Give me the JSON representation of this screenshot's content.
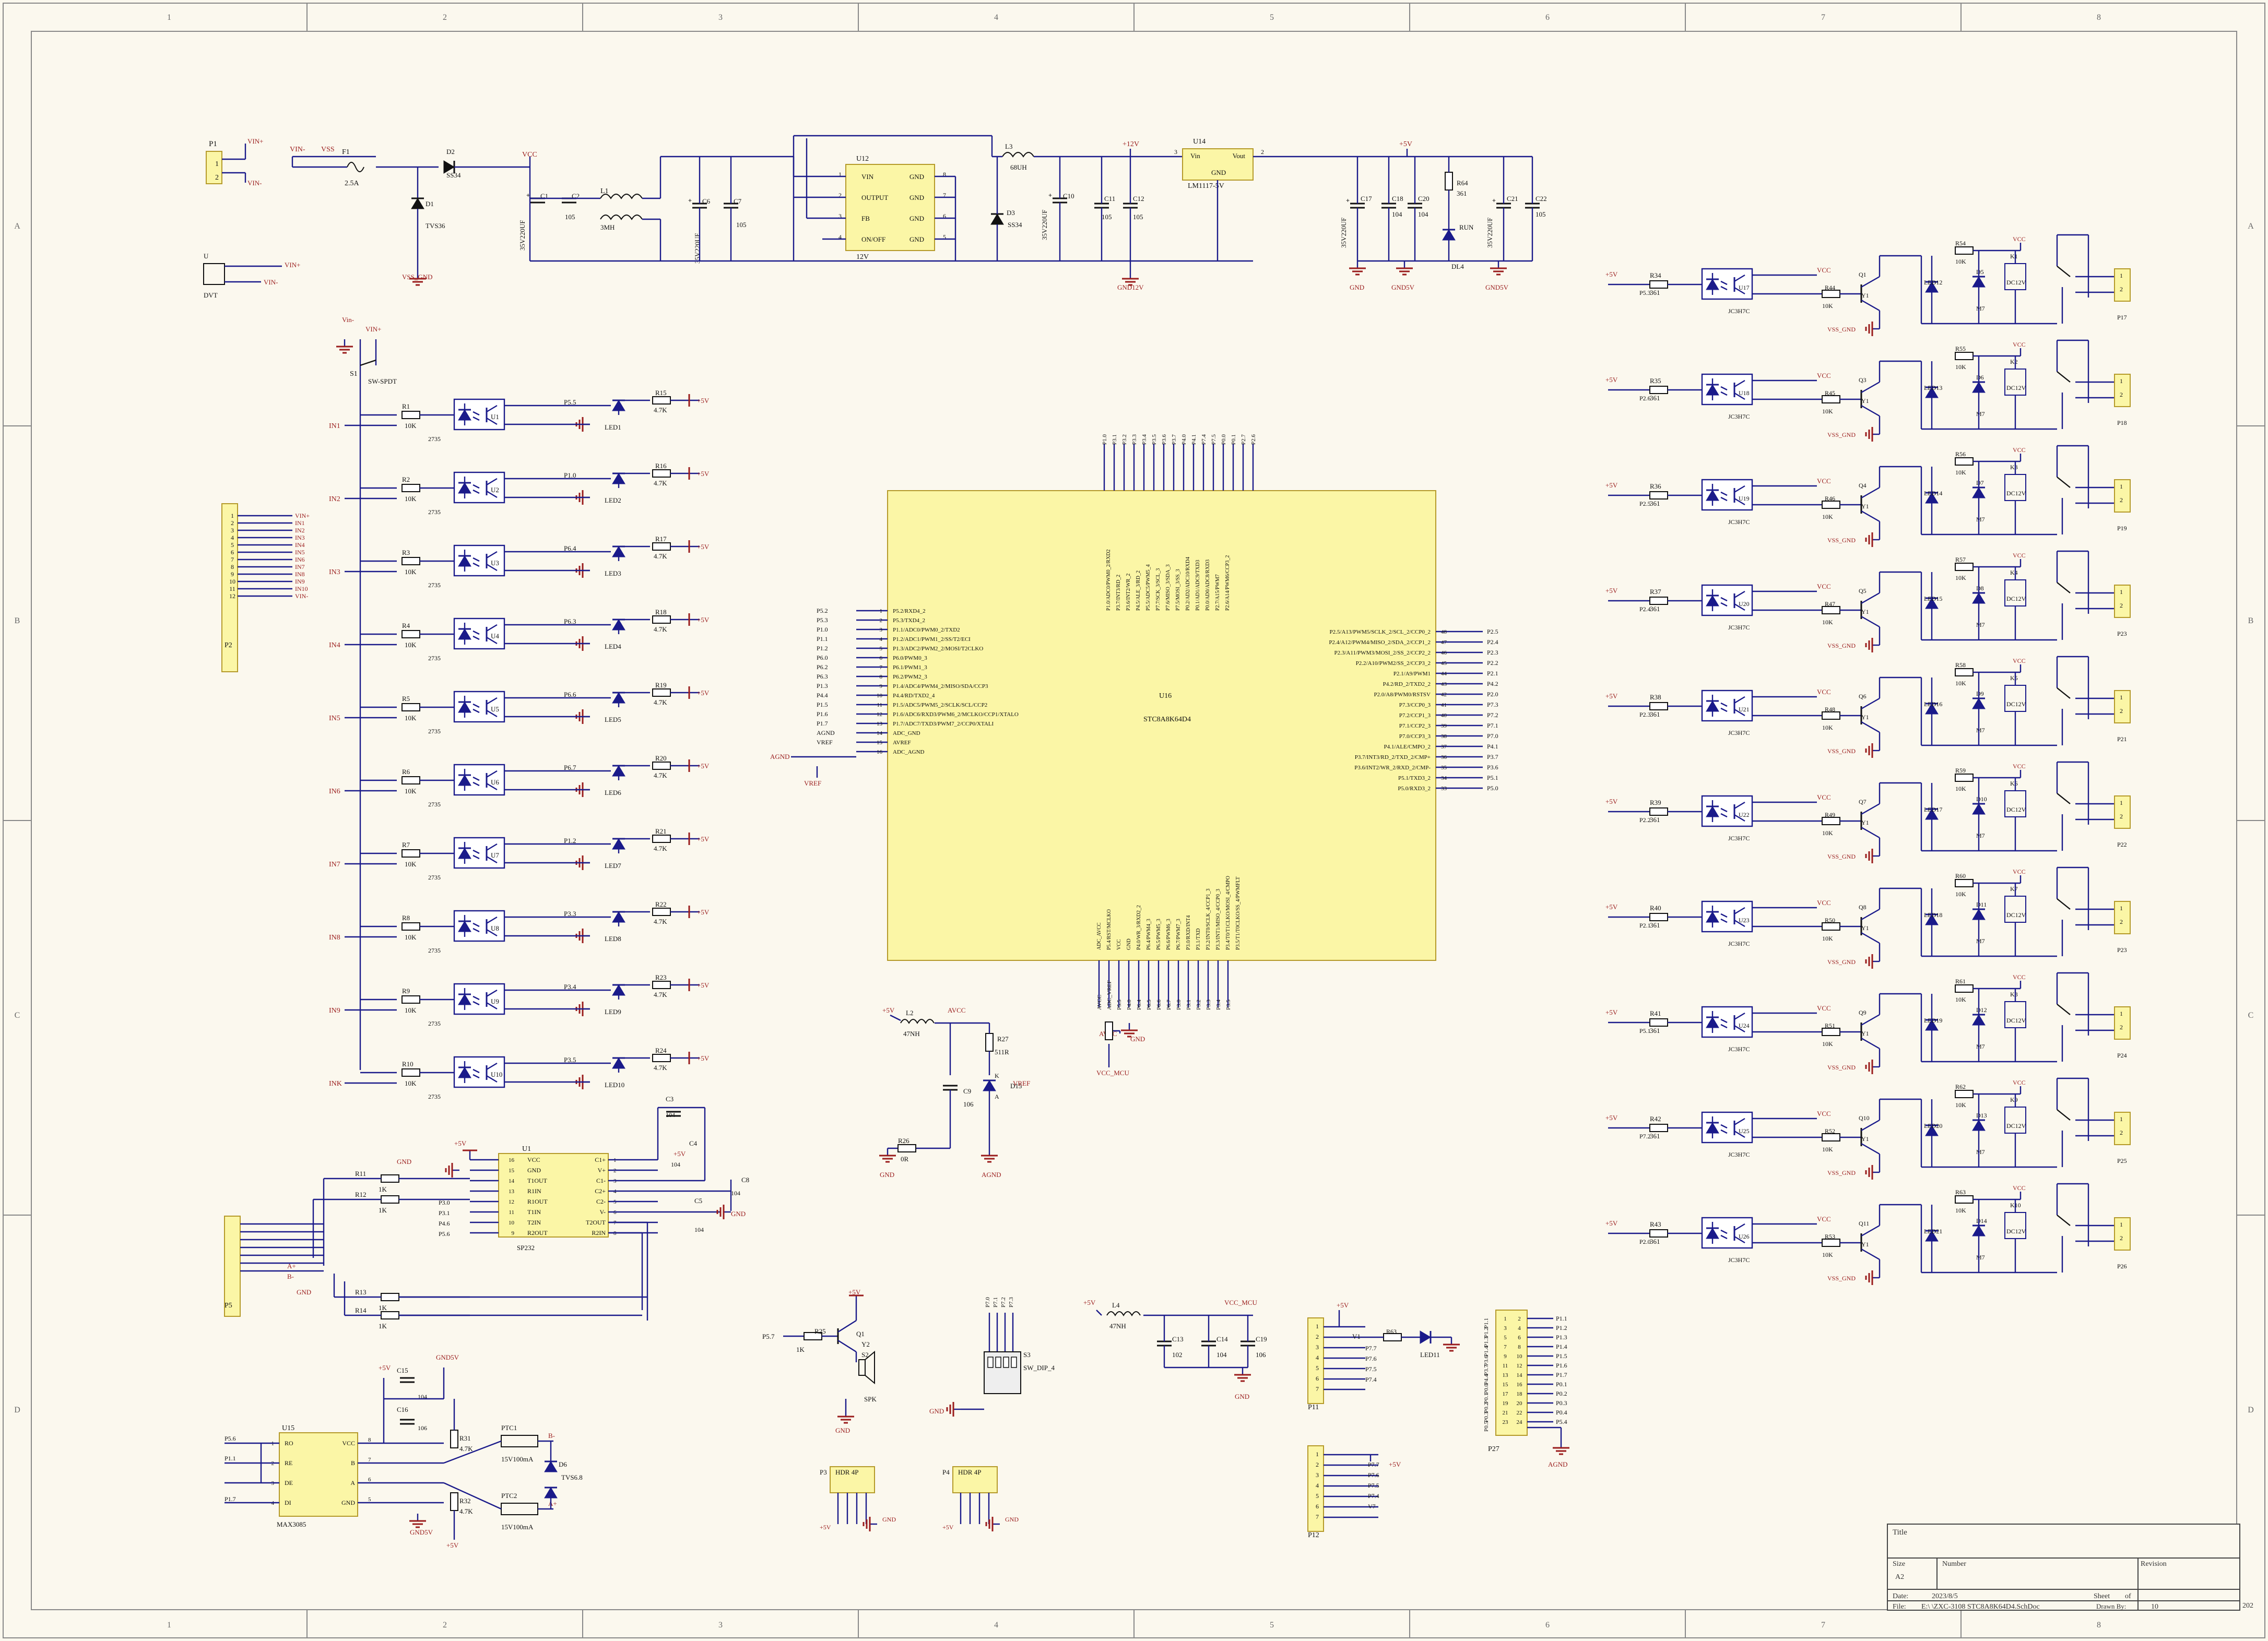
{
  "border": {
    "columns": [
      "1",
      "2",
      "3",
      "4",
      "5",
      "6",
      "7",
      "8"
    ],
    "rows": [
      "A",
      "B",
      "C",
      "D"
    ]
  },
  "power": {
    "p1": {
      "ref": "P1",
      "pins": [
        "1",
        "2"
      ],
      "nets": [
        "VIN+",
        "VIN-"
      ]
    },
    "input_labels": [
      "VIN-",
      "VSS",
      "F1",
      "2.5A"
    ],
    "diodes": {
      "d2": "D2",
      "d2_val": "SS34",
      "d1": "D1",
      "d1_val": "TVS36"
    },
    "vss_gnd": "VSS_GND",
    "vcc": "VCC",
    "c1": {
      "ref": "C1",
      "val": "35V220UF"
    },
    "c2": {
      "ref": "C2",
      "val": "105"
    },
    "l1": {
      "ref": "L1",
      "val": "3MH"
    },
    "c6": {
      "ref": "C6",
      "val": "35V220UF"
    },
    "c7": {
      "ref": "C7",
      "val": "105"
    },
    "u12": {
      "ref": "U12",
      "pins_left": [
        "VIN",
        "OUTPUT",
        "FB",
        "ON/OFF"
      ],
      "pins_right": [
        "GND",
        "GND",
        "GND",
        "GND"
      ],
      "nums_left": [
        "1",
        "2",
        "3",
        "4"
      ],
      "nums_right": [
        "8",
        "7",
        "6",
        "5"
      ],
      "net": "12V"
    },
    "l3": {
      "ref": "L3",
      "val": "68UH"
    },
    "d3": {
      "ref": "D3",
      "val": "SS34"
    },
    "c10": {
      "ref": "C10",
      "val": "35V220UF"
    },
    "p12v": "+12V",
    "c11": {
      "ref": "C11",
      "val": "105"
    },
    "c12": {
      "ref": "C12",
      "val": "105"
    },
    "gnd12v": "GND12V",
    "u14": {
      "ref": "U14",
      "vin": "Vin",
      "vout": "Vout",
      "gnd": "GND",
      "val": "LM1117-5V",
      "pin3": "3",
      "pin2": "2",
      "pin1": "1"
    },
    "p5v": "+5V",
    "c17": {
      "ref": "C17",
      "val": "35V220UF"
    },
    "c18": {
      "ref": "C18",
      "val": "104"
    },
    "c20": {
      "ref": "C20",
      "val": "104"
    },
    "r64": {
      "ref": "R64",
      "val": "361"
    },
    "run": "RUN",
    "d14": "DL4",
    "c21": {
      "ref": "C21",
      "val": "35V220UF"
    },
    "c22": {
      "ref": "C22",
      "val": "105"
    },
    "gnds": [
      "GND",
      "GND5V",
      "GND5V"
    ],
    "dc_jack": {
      "ref": "U",
      "val": "DVT",
      "net1": "VIN+",
      "net2": "VIN-"
    }
  },
  "inputs": {
    "switch": {
      "ref": "S1",
      "val": "SW-SPDT",
      "net_top": "VIN+",
      "net_top2": "Vin-"
    },
    "rows": [
      {
        "in": "IN1",
        "r": "R1",
        "u": "U1",
        "pin": "P5.5",
        "led": "LED1",
        "rr": "R15",
        "rv": "10K",
        "cv": "2735",
        "lv": "4.7K"
      },
      {
        "in": "IN2",
        "r": "R2",
        "u": "U2",
        "pin": "P1.0",
        "led": "LED2",
        "rr": "R16",
        "rv": "10K",
        "cv": "2735",
        "lv": "4.7K"
      },
      {
        "in": "IN3",
        "r": "R3",
        "u": "U3",
        "pin": "P6.4",
        "led": "LED3",
        "rr": "R17",
        "rv": "10K",
        "cv": "2735",
        "lv": "4.7K"
      },
      {
        "in": "IN4",
        "r": "R4",
        "u": "U4",
        "pin": "P6.3",
        "led": "LED4",
        "rr": "R18",
        "rv": "10K",
        "cv": "2735",
        "lv": "4.7K"
      },
      {
        "in": "IN5",
        "r": "R5",
        "u": "U5",
        "pin": "P6.6",
        "led": "LED5",
        "rr": "R19",
        "rv": "10K",
        "cv": "2735",
        "lv": "4.7K"
      },
      {
        "in": "IN6",
        "r": "R6",
        "u": "U6",
        "pin": "P6.7",
        "led": "LED6",
        "rr": "R20",
        "rv": "10K",
        "cv": "2735",
        "lv": "4.7K"
      },
      {
        "in": "IN7",
        "r": "R7",
        "u": "U7",
        "pin": "P1.2",
        "led": "LED7",
        "rr": "R21",
        "rv": "10K",
        "cv": "2735",
        "lv": "4.7K"
      },
      {
        "in": "IN8",
        "r": "R8",
        "u": "U8",
        "pin": "P3.3",
        "led": "LED8",
        "rr": "R22",
        "rv": "10K",
        "cv": "2735",
        "lv": "4.7K"
      },
      {
        "in": "IN9",
        "r": "R9",
        "u": "U9",
        "pin": "P3.4",
        "led": "LED9",
        "rr": "R23",
        "rv": "10K",
        "cv": "2735",
        "lv": "4.7K"
      },
      {
        "in": "INK",
        "r": "R10",
        "u": "U10",
        "pin": "P3.5",
        "led": "LED10",
        "rr": "R24",
        "rv": "10K",
        "cv": "2735",
        "lv": "4.7K"
      }
    ],
    "plus5": "+5V",
    "p2": {
      "ref": "P2",
      "pins": [
        "1",
        "2",
        "3",
        "4",
        "5",
        "6",
        "7",
        "8",
        "9",
        "10",
        "11",
        "12"
      ],
      "nets": [
        "VIN+",
        "IN1",
        "IN2",
        "IN3",
        "IN4",
        "IN5",
        "IN6",
        "IN7",
        "IN8",
        "IN9",
        "IN10",
        "VIN-"
      ]
    }
  },
  "mcu": {
    "ref": "U16",
    "val": "STC8A8K64D4",
    "left_pins": [
      {
        "net": "P5.2",
        "name": "P5.2/RXD4_2",
        "num": "1"
      },
      {
        "net": "P5.3",
        "name": "P5.3/TXD4_2",
        "num": "2"
      },
      {
        "net": "P1.0",
        "name": "P1.1/ADC0/PWM0_2/TXD2",
        "num": "3"
      },
      {
        "net": "P1.1",
        "name": "P1.2/ADC1/PWM1_2/SS/T2/ECI",
        "num": "4"
      },
      {
        "net": "P1.2",
        "name": "P1.3/ADC2/PWM2_2/MOSI/T2CLKO",
        "num": "5"
      },
      {
        "net": "P6.0",
        "name": "P6.0/PWM0_3",
        "num": "6"
      },
      {
        "net": "P6.2",
        "name": "P6.1/PWM1_3",
        "num": "7"
      },
      {
        "net": "P6.3",
        "name": "P6.2/PWM2_3",
        "num": "8"
      },
      {
        "net": "P1.3",
        "name": "P1.4/ADC4/PWM4_2/MISO/SDA/CCP3",
        "num": "9"
      },
      {
        "net": "P4.4",
        "name": "P4.4/RD/TXD2_4",
        "num": "10"
      },
      {
        "net": "P1.5",
        "name": "P1.5/ADC5/PWM5_2/SCLK/SCL/CCP2",
        "num": "11"
      },
      {
        "net": "P1.6",
        "name": "P1.6/ADC6/RXD3/PWM6_2/MCLKO/CCP1/XTALO",
        "num": "12"
      },
      {
        "net": "P1.7",
        "name": "P1.7/ADC7/TXD3/PWM7_2/CCP0/XTALI",
        "num": "13"
      },
      {
        "net": "AGND",
        "name": "ADC_GND",
        "num": "14"
      },
      {
        "net": "VREF",
        "name": "AVREF",
        "num": "15"
      },
      {
        "net": "",
        "name": "ADC_AGND",
        "num": "16"
      }
    ],
    "right_pins": [
      {
        "net": "P2.5",
        "name": "P2.5/A13/PWM5/SCLK_2/SCL_2/CCP0_2",
        "num": "48"
      },
      {
        "net": "P2.4",
        "name": "P2.4/A12/PWM4/MISO_2/SDA_2/CCP1_2",
        "num": "47"
      },
      {
        "net": "P2.3",
        "name": "P2.3/A11/PWM3/MOSI_2/SS_2/CCP2_2",
        "num": "46"
      },
      {
        "net": "P2.2",
        "name": "P2.2/A10/PWM2/SS_2/CCP3_2",
        "num": "45"
      },
      {
        "net": "P2.1",
        "name": "P2.1/A9/PWM1",
        "num": "44"
      },
      {
        "net": "P4.2",
        "name": "P4.2/RD_2/TXD2_2",
        "num": "43"
      },
      {
        "net": "P2.0",
        "name": "P2.0/A8/PWM0/RSTSV",
        "num": "42"
      },
      {
        "net": "P7.3",
        "name": "P7.3/CCP0_3",
        "num": "41"
      },
      {
        "net": "P7.2",
        "name": "P7.2/CCP1_3",
        "num": "40"
      },
      {
        "net": "P7.1",
        "name": "P7.1/CCP2_3",
        "num": "39"
      },
      {
        "net": "P7.0",
        "name": "P7.0/CCP3_3",
        "num": "38"
      },
      {
        "net": "P4.1",
        "name": "P4.1/ALE/CMPO_2",
        "num": "37"
      },
      {
        "net": "P3.7",
        "name": "P3.7/INT3/RD_2/TXD_2/CMP+",
        "num": "36"
      },
      {
        "net": "P3.6",
        "name": "P3.6/INT2/WR_2/RXD_2/CMP-",
        "num": "35"
      },
      {
        "net": "P5.1",
        "name": "P5.1/TXD3_2",
        "num": "34"
      },
      {
        "net": "P5.0",
        "name": "P5.0/RXD3_2",
        "num": "33"
      }
    ],
    "top_nets": [
      "P1.0",
      "P3.1",
      "P3.2",
      "P3.3",
      "P3.4",
      "P3.5",
      "P3.6",
      "P3.7",
      "P4.0",
      "P4.1",
      "P7.4",
      "P7.5",
      "P0.0",
      "P0.1",
      "P2.7",
      "P2.6"
    ],
    "top_names": [
      "P1.0/ADC0/PWM0_2/RXD2",
      "P3.7/INT3/RD_2",
      "P3.6/INT2/WR_2",
      "P4.5/ALE_3/RD_2",
      "P5.5/ADC5/PWM5_4",
      "P7.7/SCK_3/SCL_3",
      "P7.6/MISO_3/SDA_3",
      "P7.5/MOSI_3/SS_3",
      "P0.2/AD2/ADC10/RXD4",
      "P0.1/AD1/ADC9/TXD3",
      "P0.0/AD0/ADC8/RXD3",
      "P2.7/A15/PWM7",
      "P2.6/A14/PWM6/CCP3_2"
    ],
    "bottom_nets": [
      "AVCC",
      "ADC_VREF",
      "P5.5",
      "P4.0",
      "P6.4",
      "P6.5",
      "P6.6",
      "P6.7",
      "P3.0",
      "P3.1",
      "P3.2",
      "P3.3",
      "P3.4",
      "P3.5"
    ],
    "bottom_names": [
      "ADC_AVCC",
      "P5.4/RST/MCLKO",
      "VCC",
      "GND",
      "P4.0/WR_3/RXD2_2",
      "P6.4/PWM4_3",
      "P6.5/PWM5_3",
      "P6.6/PWM6_3",
      "P6.7/PWM7_3",
      "P3.0/RXD/INT4",
      "P3.1/TXD",
      "P3.2/INT0/SCLK_4/CCP1_3",
      "P3.3/INT1/MISO_4/CCP0_3",
      "P3.4/T0/T1CLKO/MOSI_4/CMPO",
      "P3.5/T1/T0CLKO/SS_4/PWMFLT"
    ],
    "avcc_nets": [
      "AVCC",
      "GND",
      "VCC_MCU"
    ]
  },
  "vref": {
    "l2": {
      "ref": "L2",
      "val": "47NH"
    },
    "r27": {
      "ref": "R27",
      "val": "511R"
    },
    "d15": {
      "ref": "D15",
      "val": "VREF"
    },
    "c9": {
      "ref": "C9",
      "val": "106"
    },
    "r26": {
      "ref": "R26",
      "val": "0R"
    },
    "labels": [
      "+5V",
      "AVCC",
      "AGND",
      "GND",
      "K",
      "A"
    ]
  },
  "rs232": {
    "ref": "U1",
    "val": "SP232",
    "left": [
      "VCC",
      "GND",
      "T1OUT",
      "R1IN",
      "R1OUT",
      "T1IN",
      "T2IN",
      "R2OUT"
    ],
    "left_nums": [
      "16",
      "15",
      "14",
      "13",
      "12",
      "11",
      "10",
      "9"
    ],
    "right": [
      "C1+",
      "V+",
      "C1-",
      "C2+",
      "C2-",
      "V-",
      "T2OUT",
      "R2IN"
    ],
    "right_nums": [
      "1",
      "2",
      "3",
      "4",
      "5",
      "6",
      "7",
      "8"
    ],
    "nets_left": [
      "P3.0",
      "P3.1",
      "P4.6",
      "P5.6"
    ],
    "caps": [
      "C3",
      "C4",
      "C5",
      "C8"
    ],
    "cap_vals": [
      "104",
      "104",
      "104",
      "104"
    ],
    "resistors": [
      "R11",
      "R12",
      "R13",
      "R14"
    ],
    "res_vals": [
      "1K",
      "1K",
      "1K",
      "1K"
    ],
    "p5": {
      "ref": "P5",
      "pins": [
        "1",
        "2",
        "3",
        "4",
        "5",
        "6",
        "7"
      ],
      "nets": [
        "A+",
        "B-",
        "GND"
      ]
    },
    "labels": [
      "+5V",
      "GND",
      "+5V",
      "GND"
    ]
  },
  "rs485": {
    "ref": "U15",
    "val": "MAX3085",
    "left": [
      "RO",
      "RE",
      "DE",
      "DI"
    ],
    "left_nums": [
      "1",
      "2",
      "3",
      "4"
    ],
    "right": [
      "VCC",
      "B",
      "A",
      "GND"
    ],
    "right_nums": [
      "8",
      "7",
      "6",
      "5"
    ],
    "nets_left": [
      "P5.6",
      "P1.1",
      "",
      "P1.7"
    ],
    "c15": {
      "ref": "C15",
      "val": "104"
    },
    "c16": {
      "ref": "C16",
      "val": "106"
    },
    "r31": {
      "ref": "R31",
      "val": "4.7K"
    },
    "r32": {
      "ref": "R32",
      "val": "4.7K"
    },
    "ptc1": {
      "ref": "PTC1",
      "val": "15V100mA"
    },
    "ptc2": {
      "ref": "PTC2",
      "val": "15V100mA"
    },
    "d16": {
      "ref": "D6",
      "val": "TVS6.8"
    },
    "labels": [
      "+5V",
      "GND5V",
      "B-",
      "A+",
      "GND5V",
      "+5V"
    ]
  },
  "buzzer": {
    "net": "P5.7",
    "r": "R25",
    "rv": "1K",
    "q": "Q1",
    "qv": "Y2",
    "sp": "S2",
    "spv": "SPK",
    "plus": "+5V",
    "gnd": "GND"
  },
  "dipsw": {
    "ref": "S3",
    "val": "SW_DIP_4",
    "nets": [
      "P7.0",
      "P7.1",
      "P7.2",
      "P7.3"
    ],
    "gnd": "GND"
  },
  "filter": {
    "l4": {
      "ref": "L4",
      "val": "47NH"
    },
    "c13": {
      "ref": "C13",
      "val": "102"
    },
    "c14": {
      "ref": "C14",
      "val": "104"
    },
    "c19": {
      "ref": "C19",
      "val": "106"
    },
    "labels": [
      "+5V",
      "VCC_MCU",
      "GND"
    ]
  },
  "p11": {
    "ref": "P11",
    "pins": [
      "1",
      "2",
      "3",
      "4",
      "5",
      "6",
      "7"
    ],
    "nets": [
      "+5V",
      "V1",
      "P7.7",
      "P7.6",
      "P7.5",
      "P7.4"
    ]
  },
  "led11": {
    "ref": "LED11",
    "r": "R63",
    "rv": "1K"
  },
  "p12": {
    "ref": "P12",
    "pins": [
      "1",
      "2",
      "3",
      "4",
      "5",
      "6",
      "7"
    ],
    "nets": [
      "P7.7",
      "P7.6",
      "P7.5",
      "P7.4",
      "V7",
      "+5V"
    ]
  },
  "p27": {
    "ref": "P27",
    "left": [
      "P1.1",
      "P1.2",
      "P1.3",
      "P1.4",
      "P3.6",
      "P3.7",
      "P4.4",
      "P0.0",
      "P0.1",
      "P0.2",
      "P0.3",
      "P0.5",
      "P0.7"
    ],
    "right": [
      "P1.1",
      "P1.2",
      "P1.3",
      "P1.4",
      "P1.5",
      "P1.6",
      "P1.7",
      "P0.1",
      "P0.2",
      "P0.3",
      "P0.4",
      "P5.4"
    ],
    "nums_left": [
      "1",
      "3",
      "5",
      "7",
      "9",
      "11",
      "13",
      "15",
      "17",
      "19",
      "21",
      "23"
    ],
    "nums_right": [
      "2",
      "4",
      "6",
      "8",
      "10",
      "12",
      "14",
      "16",
      "18",
      "20",
      "22",
      "24"
    ],
    "gnd": "AGND"
  },
  "hdr1": {
    "ref": "P3",
    "val": "HDR 4P",
    "labels": [
      "+5V",
      "GND"
    ]
  },
  "hdr2": {
    "ref": "P4",
    "val": "HDR 4P",
    "labels": [
      "+5V",
      "GND"
    ]
  },
  "relays": [
    {
      "r": "R34",
      "rv": "361",
      "pin": "P5.3",
      "u": "U17",
      "uv": "JC3H7C",
      "r2": "R44",
      "r2v": "10K",
      "q": "Q1",
      "qv": "Y1",
      "led": "LED12",
      "r3": "R54",
      "r3v": "10K",
      "d": "D5",
      "dv": "M7",
      "k": "K1",
      "kv": "DC12V",
      "p": "P17"
    },
    {
      "r": "R35",
      "rv": "361",
      "pin": "P2.6",
      "u": "U18",
      "uv": "JC3H7C",
      "r2": "R45",
      "r2v": "10K",
      "q": "Q3",
      "qv": "Y1",
      "led": "LED13",
      "r3": "R55",
      "r3v": "10K",
      "d": "D6",
      "dv": "M7",
      "k": "K2",
      "kv": "DC12V",
      "p": "P18"
    },
    {
      "r": "R36",
      "rv": "361",
      "pin": "P2.5",
      "u": "U19",
      "uv": "JC3H7C",
      "r2": "R46",
      "r2v": "10K",
      "q": "Q4",
      "qv": "Y1",
      "led": "LED14",
      "r3": "R56",
      "r3v": "10K",
      "d": "D7",
      "dv": "M7",
      "k": "K3",
      "kv": "DC12V",
      "p": "P19"
    },
    {
      "r": "R37",
      "rv": "361",
      "pin": "P2.4",
      "u": "U20",
      "uv": "JC3H7C",
      "r2": "R47",
      "r2v": "10K",
      "q": "Q5",
      "qv": "Y1",
      "led": "LED15",
      "r3": "R57",
      "r3v": "10K",
      "d": "D8",
      "dv": "M7",
      "k": "K4",
      "kv": "DC12V",
      "p": "P23"
    },
    {
      "r": "R38",
      "rv": "361",
      "pin": "P2.3",
      "u": "U21",
      "uv": "JC3H7C",
      "r2": "R48",
      "r2v": "10K",
      "q": "Q6",
      "qv": "Y1",
      "led": "LED16",
      "r3": "R58",
      "r3v": "10K",
      "d": "D9",
      "dv": "M7",
      "k": "K5",
      "kv": "DC12V",
      "p": "P21"
    },
    {
      "r": "R39",
      "rv": "361",
      "pin": "P2.2",
      "u": "U22",
      "uv": "JC3H7C",
      "r2": "R49",
      "r2v": "10K",
      "q": "Q7",
      "qv": "Y1",
      "led": "LED17",
      "r3": "R59",
      "r3v": "10K",
      "d": "D10",
      "dv": "M7",
      "k": "K6",
      "kv": "DC12V",
      "p": "P22"
    },
    {
      "r": "R40",
      "rv": "361",
      "pin": "P2.1",
      "u": "U23",
      "uv": "JC3H7C",
      "r2": "R50",
      "r2v": "10K",
      "q": "Q8",
      "qv": "Y1",
      "led": "LED18",
      "r3": "R60",
      "r3v": "10K",
      "d": "D11",
      "dv": "M7",
      "k": "K7",
      "kv": "DC12V",
      "p": "P23"
    },
    {
      "r": "R41",
      "rv": "361",
      "pin": "P5.1",
      "u": "U24",
      "uv": "JC3H7C",
      "r2": "R51",
      "r2v": "10K",
      "q": "Q9",
      "qv": "Y1",
      "led": "LED19",
      "r3": "R61",
      "r3v": "10K",
      "d": "D12",
      "dv": "M7",
      "k": "K8",
      "kv": "DC12V",
      "p": "P24"
    },
    {
      "r": "R42",
      "rv": "361",
      "pin": "P7.2",
      "u": "U25",
      "uv": "JC3H7C",
      "r2": "R52",
      "r2v": "10K",
      "q": "Q10",
      "qv": "Y1",
      "led": "LED20",
      "r3": "R62",
      "r3v": "10K",
      "d": "D13",
      "dv": "M7",
      "k": "K9",
      "kv": "DC12V",
      "p": "P25"
    },
    {
      "r": "R43",
      "rv": "361",
      "pin": "P2.0",
      "u": "U26",
      "uv": "JC3H7C",
      "r2": "R53",
      "r2v": "10K",
      "q": "Q11",
      "qv": "Y1",
      "led": "LED21",
      "r3": "R63",
      "r3v": "10K",
      "d": "D14",
      "dv": "M7",
      "k": "K10",
      "kv": "DC12V",
      "p": "P26"
    }
  ],
  "relay_nets": {
    "plus5": "+5V",
    "vcc": "VCC",
    "vss": "VSS_GND",
    "one": "1",
    "two": "2"
  },
  "titleblock": {
    "title": "Title",
    "size_label": "Size",
    "size": "A2",
    "number_label": "Number",
    "revision_label": "Revision",
    "date_label": "Date:",
    "date": "2023/8/5",
    "sheet_label": "Sheet",
    "of": "of",
    "file_label": "File:",
    "file": "E:\\        \\ZXC-3108 STC8A8K64D4.SchDoc",
    "drawn": "Drawn By:",
    "drawn_val": "10",
    "edge": "202"
  }
}
